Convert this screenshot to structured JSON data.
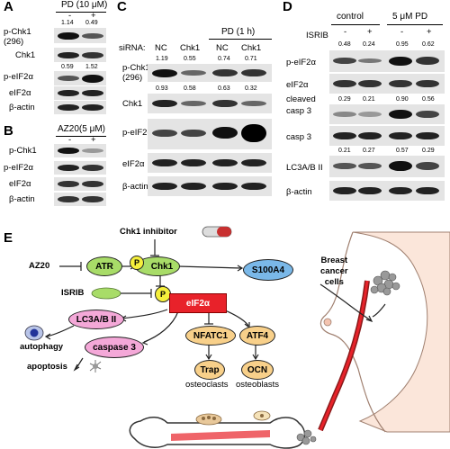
{
  "panels": {
    "A": {
      "letter": "A",
      "treatment": "PD (10 μM)",
      "signs": [
        "-",
        "+"
      ],
      "rows": [
        "p-Chk1\n(296)",
        "Chk1",
        "p-eIF2α",
        "eIF2α",
        "β-actin"
      ],
      "quant1": [
        "1.14",
        "0.49"
      ],
      "quant2": [
        "0.59",
        "1.52"
      ]
    },
    "B": {
      "letter": "B",
      "treatment": "AZ20(5 μM)",
      "signs": [
        "-",
        "+"
      ],
      "rows": [
        "p-Chk1",
        "p-eIF2α",
        "eIF2α",
        "β-actin"
      ]
    },
    "C": {
      "letter": "C",
      "treatment": "PD (1 h)",
      "sirna_label": "siRNA:",
      "lanes": [
        "NC",
        "Chk1",
        "NC",
        "Chk1"
      ],
      "rows": [
        "p-Chk1\n(296)",
        "Chk1",
        "p-eIF2α",
        "eIF2α",
        "β-actin"
      ],
      "quant1": [
        "1.19",
        "0.55",
        "0.74",
        "0.71"
      ],
      "quant2": [
        "0.93",
        "0.58",
        "0.63",
        "0.32"
      ]
    },
    "D": {
      "letter": "D",
      "control": "control",
      "pd": "5 μM PD",
      "isrib_label": "ISRIB",
      "signs": [
        "-",
        "+",
        "-",
        "+"
      ],
      "rows": [
        "p-eIF2α",
        "eIF2α",
        "cleaved\ncasp 3",
        "casp 3",
        "LC3A/B II",
        "β-actin"
      ],
      "quant1": [
        "0.48",
        "0.24",
        "0.95",
        "0.62"
      ],
      "quant2": [
        "0.29",
        "0.21",
        "0.90",
        "0.56"
      ],
      "quant3": [
        "0.21",
        "0.27",
        "0.57",
        "0.29"
      ]
    },
    "E": {
      "letter": "E",
      "chk1_inhibitor": "Chk1 inhibitor",
      "az20": "AZ20",
      "atr": "ATR",
      "p": "P",
      "chk1": "Chk1",
      "s100a4": "S100A4",
      "isrib": "ISRIB",
      "eif2a": "eIF2α",
      "lc3": "LC3A/B II",
      "caspase3": "caspase 3",
      "nfatc1": "NFATC1",
      "atf4": "ATF4",
      "trap": "Trap",
      "ocn": "OCN",
      "autophagy": "autophagy",
      "apoptosis": "apoptosis",
      "osteoclasts": "osteoclasts",
      "osteoblasts": "osteoblasts",
      "breast_cancer": "Breast\ncancer\ncells"
    }
  },
  "colors": {
    "green": "#a8dc68",
    "yellow": "#f5ef3c",
    "red": "#e8222a",
    "blue": "#7ab8e8",
    "pink": "#f4a8d8",
    "orange": "#f8d08a",
    "skin": "#fbe6da"
  }
}
